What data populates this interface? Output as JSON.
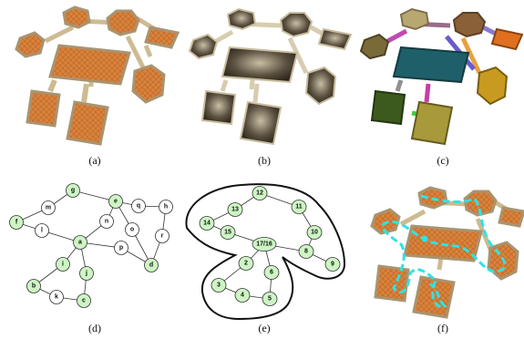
{
  "captions": [
    "(a)",
    "(b)",
    "(c)",
    "(d)",
    "(e)",
    "(f)"
  ],
  "panel_d": {
    "nodes": [
      {
        "id": "g",
        "highlighted": true
      },
      {
        "id": "e",
        "highlighted": true
      },
      {
        "id": "m",
        "highlighted": false
      },
      {
        "id": "q",
        "highlighted": false
      },
      {
        "id": "h",
        "highlighted": false
      },
      {
        "id": "f",
        "highlighted": true
      },
      {
        "id": "n",
        "highlighted": false
      },
      {
        "id": "l",
        "highlighted": false
      },
      {
        "id": "o",
        "highlighted": false
      },
      {
        "id": "r",
        "highlighted": false
      },
      {
        "id": "a",
        "highlighted": true
      },
      {
        "id": "p",
        "highlighted": false
      },
      {
        "id": "i",
        "highlighted": true
      },
      {
        "id": "j",
        "highlighted": true
      },
      {
        "id": "d",
        "highlighted": true
      },
      {
        "id": "b",
        "highlighted": true
      },
      {
        "id": "k",
        "highlighted": false
      },
      {
        "id": "c",
        "highlighted": true
      }
    ]
  },
  "panel_e": {
    "nodes": [
      "12",
      "13",
      "11",
      "14",
      "15",
      "10",
      "17/16",
      "2",
      "8",
      "6",
      "9",
      "3",
      "4",
      "5"
    ]
  },
  "colors": {
    "node_highlight": "#cdf5c4",
    "node_plain": "#ffffff",
    "path_cyan": "#2fe3e3",
    "floor_orange": "#d9823a",
    "wall_tan": "#c8b48a"
  }
}
